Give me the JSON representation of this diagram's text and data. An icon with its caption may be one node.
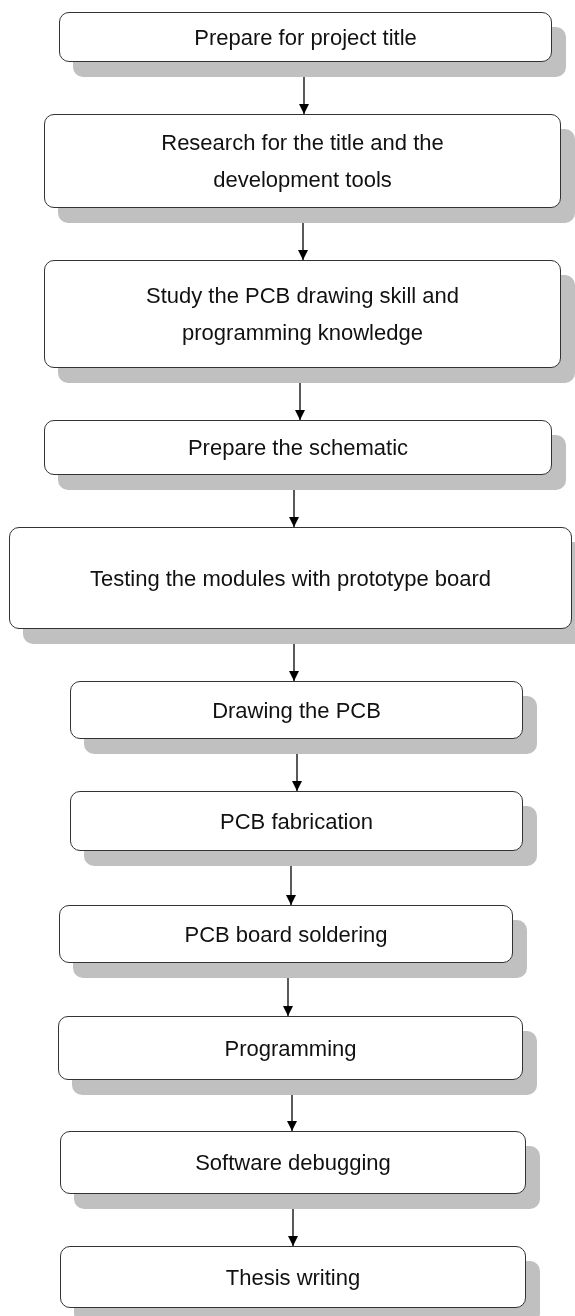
{
  "diagram": {
    "nodes": [
      {
        "text": [
          "Prepare for project title"
        ]
      },
      {
        "text": [
          "Research for the title and the development tools"
        ]
      },
      {
        "text": [
          "Study the PCB drawing skill and programming knowledge"
        ]
      },
      {
        "text": [
          "Prepare the schematic"
        ]
      },
      {
        "text": [
          "Testing the modules with prototype board"
        ]
      },
      {
        "text": [
          "Drawing the PCB"
        ]
      },
      {
        "text": [
          "PCB fabrication"
        ]
      },
      {
        "text": [
          "PCB board soldering"
        ]
      },
      {
        "text": [
          "Programming"
        ]
      },
      {
        "text": [
          "Software debugging"
        ]
      },
      {
        "text": [
          "Thesis writing"
        ]
      }
    ],
    "edges": [
      {
        "from": 0,
        "to": 1,
        "arrow": "to"
      },
      {
        "from": 1,
        "to": 2,
        "arrow": "to"
      },
      {
        "from": 2,
        "to": 3,
        "arrow": "to"
      },
      {
        "from": 3,
        "to": 4,
        "arrow": "to"
      },
      {
        "from": 4,
        "to": 5,
        "arrow": "to"
      },
      {
        "from": 5,
        "to": 6,
        "arrow": "to"
      },
      {
        "from": 6,
        "to": 7,
        "arrow": "to"
      },
      {
        "from": 7,
        "to": 8,
        "arrow": "to"
      },
      {
        "from": 8,
        "to": 9,
        "arrow": "to"
      },
      {
        "from": 9,
        "to": 10,
        "arrow": "to"
      }
    ]
  }
}
